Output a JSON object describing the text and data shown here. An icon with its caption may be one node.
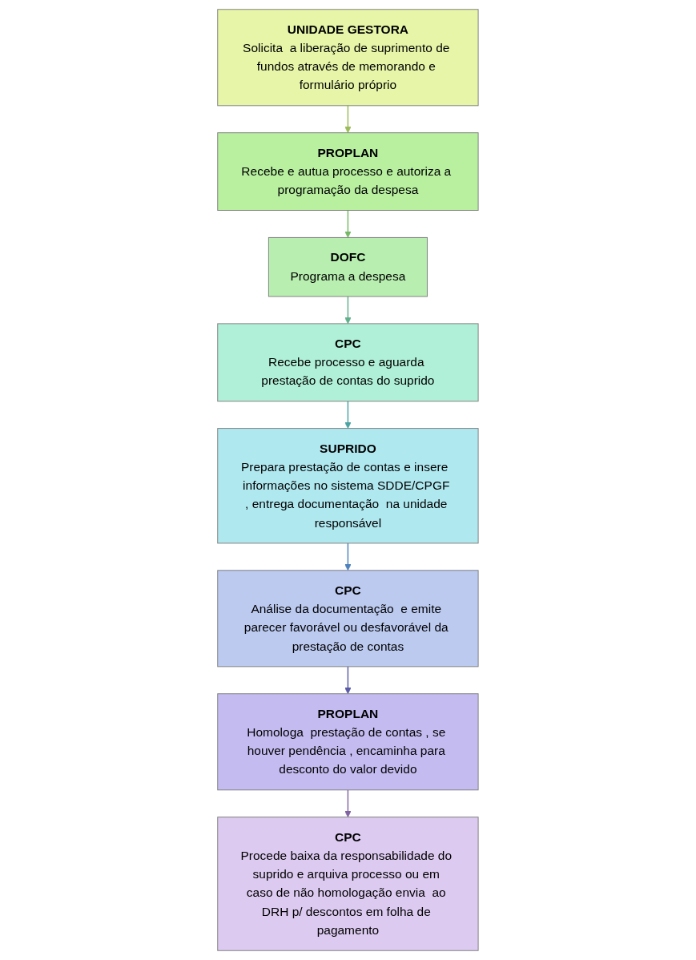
{
  "diagram": {
    "nodes": [
      {
        "text": [
          "UNIDADE GESTORA",
          "Solicita  a liberação de suprimento de fundos através de memorando e formulário próprio"
        ]
      },
      {
        "text": [
          "PROPLAN",
          "Recebe e autua processo e autoriza a programação da despesa"
        ]
      },
      {
        "text": [
          "DOFC",
          "Programa a despesa"
        ]
      },
      {
        "text": [
          "CPC",
          "Recebe processo e aguarda prestação de contas do suprido"
        ]
      },
      {
        "text": [
          "SUPRIDO",
          "Prepara prestação de contas e insere  informações no sistema SDDE/CPGF , entrega documentação  na unidade responsável"
        ]
      },
      {
        "text": [
          "CPC",
          "Análise da documentação  e emite parecer favorável ou desfavorável da prestação de contas"
        ]
      },
      {
        "text": [
          "PROPLAN",
          "Homologa  prestação de contas , se houver pendência , encaminha para desconto do valor devido"
        ]
      },
      {
        "text": [
          "CPC",
          "Procede baixa da responsabilidade do suprido e arquiva processo ou em caso de não homologação envia  ao DRH p/ descontos em folha de pagamento"
        ]
      }
    ],
    "edges": [
      {
        "from": 0,
        "to": 1,
        "arrow": "to",
        "color": "#9bbb59"
      },
      {
        "from": 1,
        "to": 2,
        "arrow": "to",
        "color": "#77b865"
      },
      {
        "from": 2,
        "to": 3,
        "arrow": "to",
        "color": "#5fb08a"
      },
      {
        "from": 3,
        "to": 4,
        "arrow": "to",
        "color": "#4ba3a3"
      },
      {
        "from": 4,
        "to": 5,
        "arrow": "to",
        "color": "#4f81bd"
      },
      {
        "from": 5,
        "to": 6,
        "arrow": "to",
        "color": "#5a5aa8"
      },
      {
        "from": 6,
        "to": 7,
        "arrow": "to",
        "color": "#8064a2"
      }
    ]
  }
}
